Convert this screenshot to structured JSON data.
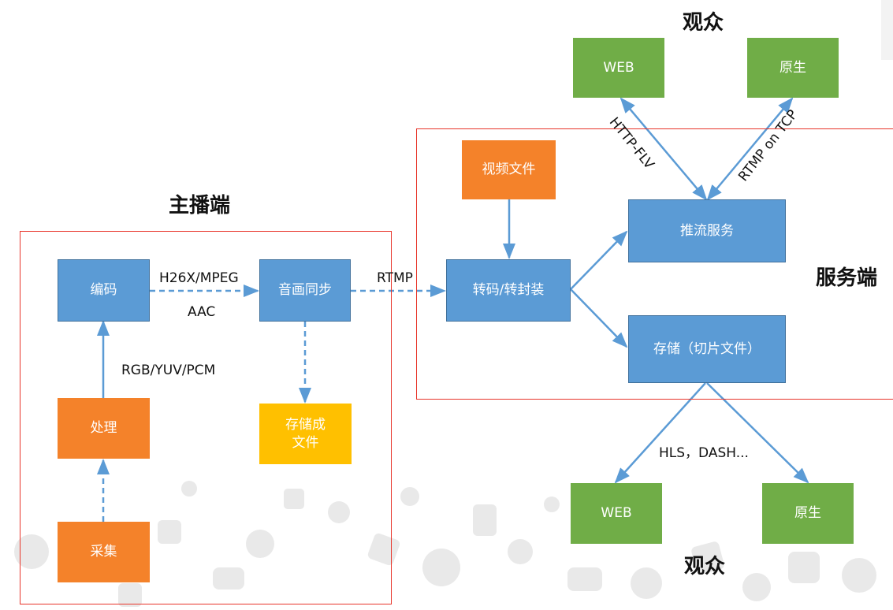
{
  "regions": {
    "broadcaster_title": "主播端",
    "server_title": "服务端",
    "audience_top_title": "观众",
    "audience_bottom_title": "观众"
  },
  "nodes": {
    "encode": "编码",
    "av_sync": "音画同步",
    "process": "处理",
    "save_file": "存储成\n文件",
    "capture": "采集",
    "video_file": "视频文件",
    "transcode": "转码/转封装",
    "push_service": "推流服务",
    "storage": "存储（切片文件）",
    "web_top": "WEB",
    "native_top": "原生",
    "web_bottom": "WEB",
    "native_bottom": "原生"
  },
  "edges": {
    "codec_video": "H26X/MPEG",
    "codec_audio": "AAC",
    "raw_formats": "RGB/YUV/PCM",
    "rtmp": "RTMP",
    "http_flv": "HTTP-FLV",
    "rtmp_tcp": "RTMP on TCP",
    "hls_dash": "HLS，DASH..."
  },
  "colors": {
    "blue": "#5b9bd5",
    "orange": "#f4822a",
    "yellow": "#ffc000",
    "green": "#70ad47",
    "red_border": "#e8352a",
    "arrow": "#5b9bd5"
  }
}
